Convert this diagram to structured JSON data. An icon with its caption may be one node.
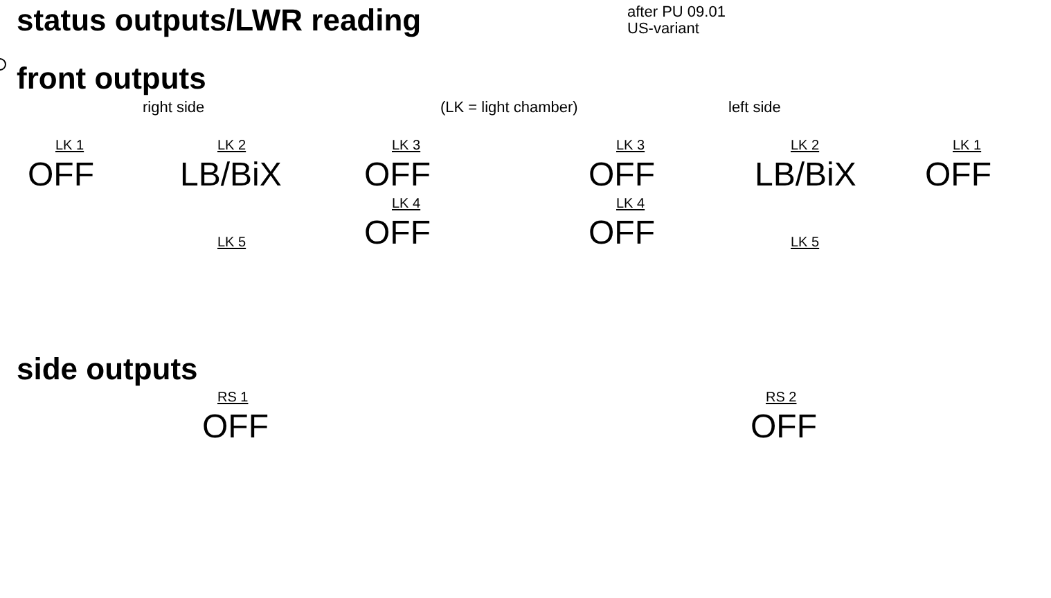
{
  "diagram": {
    "title": "status outputs/LWR reading",
    "labels": [
      "after PU 09.01",
      "US-variant",
      "front outputs",
      "right side",
      "(LK = light chamber)",
      "left side",
      "LK 1",
      "LK 2",
      "LK 3",
      "LK 3",
      "LK 2",
      "LK 1",
      "OFF",
      "LB/BiX",
      "OFF",
      "OFF",
      "LB/BiX",
      "OFF",
      "LK 4",
      "LK 4",
      "OFF",
      "OFF",
      "LK 5",
      "LK 5",
      "side outputs",
      "RS 1",
      "RS 2",
      "OFF",
      "OFF"
    ]
  }
}
